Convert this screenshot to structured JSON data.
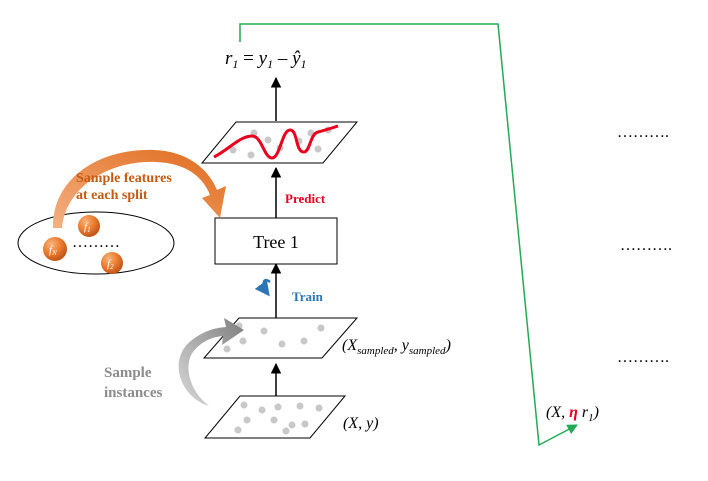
{
  "formula": {
    "lhs": "r",
    "lhs_sub": "1",
    "eq": " = ",
    "y": "y",
    "y_sub": "1",
    "minus": " – ",
    "yhat": "ŷ",
    "yhat_sub": "1"
  },
  "labels": {
    "predict": "Predict",
    "train": "Train",
    "tree": "Tree 1",
    "sample_features_line1": "Sample features",
    "sample_features_line2": "at each split",
    "sample_instances_line1": "Sample",
    "sample_instances_line2": "instances"
  },
  "features": {
    "f1": "f",
    "f1_sub": "1",
    "f2": "f",
    "f2_sub": "2",
    "fN": "f",
    "fN_sub": "N",
    "dots": "………"
  },
  "datasets": {
    "sampled_open": "(X",
    "sampled_x_sub": "sampled",
    "sampled_mid": ", y",
    "sampled_y_sub": "sampled",
    "sampled_close": ")",
    "full": "(X, y)"
  },
  "next_stage": {
    "open": "(X, ",
    "eta": "η",
    "r": " r",
    "r_sub": "1",
    "close": ")"
  },
  "continuation": {
    "dots_1": "……….",
    "dots_2": "……….",
    "dots_3": "………."
  },
  "colors": {
    "predict": "#e8001c",
    "train": "#2e75b6",
    "orange": "#ed7d31",
    "gray_arrow": "#8c8c8c",
    "green_line": "#22aa55",
    "red_curve": "#e8001c",
    "points": "#c8c8c8",
    "eta": "#e8001c"
  }
}
